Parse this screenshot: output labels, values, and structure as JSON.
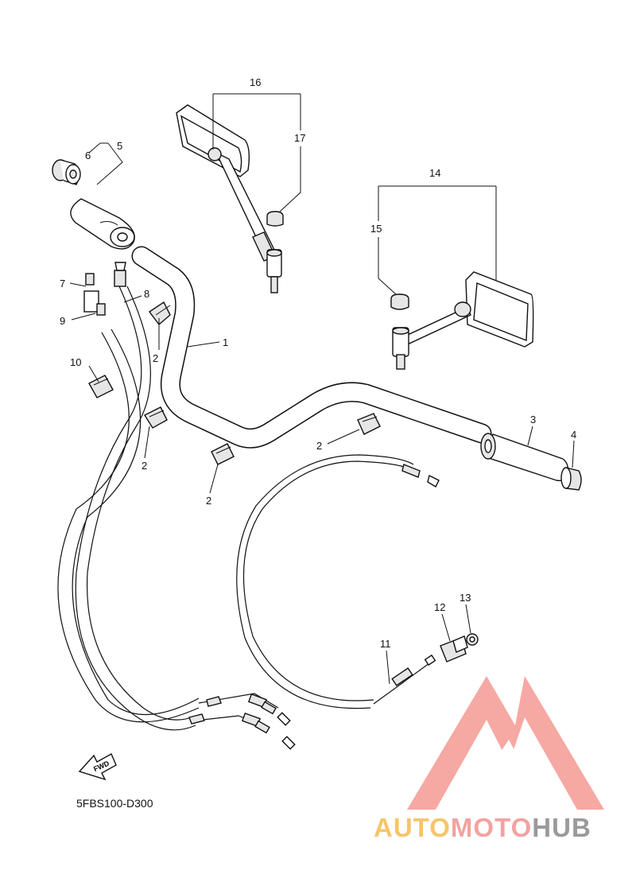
{
  "diagram": {
    "code": "5FBS100-D300",
    "fwd_label": "FWD",
    "callouts": [
      {
        "id": "c1",
        "text": "1"
      },
      {
        "id": "c2a",
        "text": "2"
      },
      {
        "id": "c2b",
        "text": "2"
      },
      {
        "id": "c2c",
        "text": "2"
      },
      {
        "id": "c2d",
        "text": "2"
      },
      {
        "id": "c3",
        "text": "3"
      },
      {
        "id": "c4",
        "text": "4"
      },
      {
        "id": "c5",
        "text": "5"
      },
      {
        "id": "c6",
        "text": "6"
      },
      {
        "id": "c7",
        "text": "7"
      },
      {
        "id": "c8",
        "text": "8"
      },
      {
        "id": "c9",
        "text": "9"
      },
      {
        "id": "c10",
        "text": "10"
      },
      {
        "id": "c11",
        "text": "11"
      },
      {
        "id": "c12",
        "text": "12"
      },
      {
        "id": "c13",
        "text": "13"
      },
      {
        "id": "c14",
        "text": "14"
      },
      {
        "id": "c15",
        "text": "15"
      },
      {
        "id": "c16",
        "text": "16"
      },
      {
        "id": "c17",
        "text": "17"
      }
    ]
  },
  "watermark": {
    "part1": "AUTO",
    "part2": "MOTO",
    "part3": "HUB",
    "color1": "#f6c56a",
    "color2": "#f2a3a0",
    "color3": "#9a9a9a",
    "logo_color": "#f59a94"
  }
}
